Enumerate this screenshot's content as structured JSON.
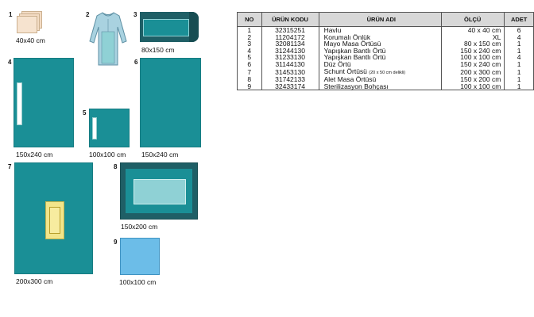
{
  "colors": {
    "drape": "#1a8f96",
    "drape_dark": "#1f5f66",
    "drape_light": "#8fd1d5",
    "towel": "#f3dcc4",
    "gown": "#a9d2e0",
    "incise": "#f2e58a",
    "wrap": "#6cbde8"
  },
  "items": [
    {
      "num": "1",
      "caption": "40x40 cm",
      "icon": "folded-towel-icon"
    },
    {
      "num": "2",
      "caption": "",
      "icon": "surgical-gown-icon"
    },
    {
      "num": "3",
      "caption": "80x150 cm",
      "icon": "mayo-cover-icon"
    },
    {
      "num": "4",
      "caption": "150x240 cm",
      "icon": "adhesive-drape-icon"
    },
    {
      "num": "5",
      "caption": "100x100 cm",
      "icon": "adhesive-drape-small-icon"
    },
    {
      "num": "6",
      "caption": "150x240 cm",
      "icon": "plain-drape-icon"
    },
    {
      "num": "7",
      "caption": "200x300 cm",
      "icon": "shunt-drape-icon"
    },
    {
      "num": "8",
      "caption": "150x200 cm",
      "icon": "instrument-table-cover-icon"
    },
    {
      "num": "9",
      "caption": "100x100 cm",
      "icon": "sterilization-wrap-icon"
    }
  ],
  "table": {
    "headers": {
      "no": "NO",
      "code": "ÜRÜN KODU",
      "name": "ÜRÜN ADI",
      "size": "ÖLÇÜ",
      "qty": "ADET"
    },
    "rows": [
      {
        "no": "1",
        "code": "32315251",
        "name": "Havlu",
        "note": "",
        "size": "40 x 40 cm",
        "qty": "6"
      },
      {
        "no": "2",
        "code": "11204172",
        "name": "Korumalı Önlük",
        "note": "",
        "size": "XL",
        "qty": "4"
      },
      {
        "no": "3",
        "code": "32081134",
        "name": "Mayo Masa Örtüsü",
        "note": "",
        "size": "80 x 150 cm",
        "qty": "1"
      },
      {
        "no": "4",
        "code": "31244130",
        "name": "Yapışkan Bantlı Örtü",
        "note": "",
        "size": "150 x 240 cm",
        "qty": "1"
      },
      {
        "no": "5",
        "code": "31233130",
        "name": "Yapışkan Bantlı Örtü",
        "note": "",
        "size": "100 x 100 cm",
        "qty": "4"
      },
      {
        "no": "6",
        "code": "31144130",
        "name": "Düz Örtü",
        "note": "",
        "size": "150 x 240 cm",
        "qty": "1"
      },
      {
        "no": "7",
        "code": "31453130",
        "name": "Schunt Örtüsü",
        "note": "(20 x 50 cm delikli)",
        "size": "200 x 300 cm",
        "qty": "1"
      },
      {
        "no": "8",
        "code": "31742133",
        "name": "Alet Masa Örtüsü",
        "note": "",
        "size": "150 x 200 cm",
        "qty": "1"
      },
      {
        "no": "9",
        "code": "32433174",
        "name": "Sterilizasyon Bohçası",
        "note": "",
        "size": "100 x 100 cm",
        "qty": "1"
      }
    ]
  }
}
